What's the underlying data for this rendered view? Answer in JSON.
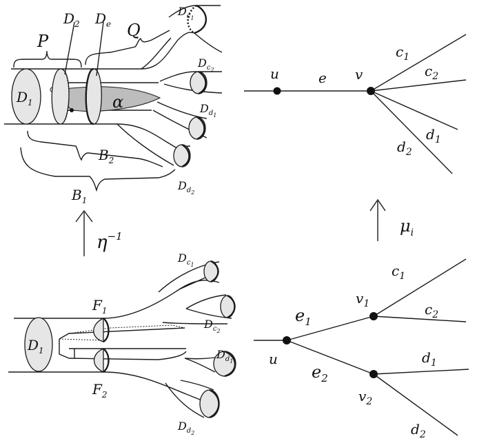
{
  "top_left": {
    "P": "P",
    "Q": "Q",
    "D1": {
      "base": "D",
      "sub": "1"
    },
    "D2": {
      "base": "D",
      "sub": "2"
    },
    "De": {
      "base": "D",
      "sub": "e"
    },
    "alpha": "α",
    "B1": {
      "base": "B",
      "sub": "1"
    },
    "B2": {
      "base": "B",
      "sub": "2"
    },
    "Dc1": {
      "base": "D",
      "sub": "c",
      "subsub": "1"
    },
    "Dc2": {
      "base": "D",
      "sub": "c",
      "subsub": "2"
    },
    "Dd1": {
      "base": "D",
      "sub": "d",
      "subsub": "1"
    },
    "Dd2": {
      "base": "D",
      "sub": "d",
      "subsub": "2"
    }
  },
  "bottom_left": {
    "D1": {
      "base": "D",
      "sub": "1"
    },
    "F1": {
      "base": "F",
      "sub": "1"
    },
    "F2": {
      "base": "F",
      "sub": "2"
    },
    "Dc1": {
      "base": "D",
      "sub": "c",
      "subsub": "1"
    },
    "Dc2": {
      "base": "D",
      "sub": "c",
      "subsub": "2"
    },
    "Dd1": {
      "base": "D",
      "sub": "d",
      "subsub": "1"
    },
    "Dd2": {
      "base": "D",
      "sub": "d",
      "subsub": "2"
    }
  },
  "eta_arrow": {
    "base": "η",
    "sup": "−1"
  },
  "mu_arrow": {
    "base": "μ",
    "sub": "i"
  },
  "top_graph": {
    "u": "u",
    "e": "e",
    "v": "v",
    "c1": {
      "base": "c",
      "sub": "1"
    },
    "c2": {
      "base": "c",
      "sub": "2"
    },
    "d1": {
      "base": "d",
      "sub": "1"
    },
    "d2": {
      "base": "d",
      "sub": "2"
    }
  },
  "bottom_graph": {
    "u": "u",
    "e1": {
      "base": "e",
      "sub": "1"
    },
    "e2": {
      "base": "e",
      "sub": "2"
    },
    "v1": {
      "base": "v",
      "sub": "1"
    },
    "v2": {
      "base": "v",
      "sub": "2"
    },
    "c1": {
      "base": "c",
      "sub": "1"
    },
    "c2": {
      "base": "c",
      "sub": "2"
    },
    "d1": {
      "base": "d",
      "sub": "1"
    },
    "d2": {
      "base": "d",
      "sub": "2"
    }
  }
}
